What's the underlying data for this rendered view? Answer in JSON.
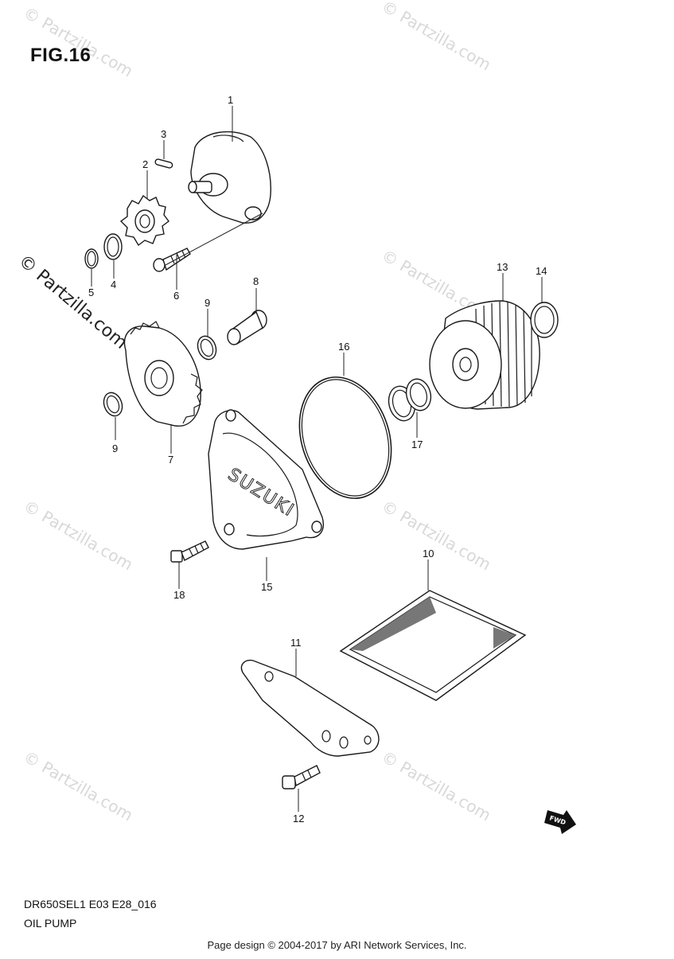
{
  "figure": {
    "title": "FIG.16",
    "model_code": "DR650SEL1 E03 E28_016",
    "part_name": "OIL PUMP",
    "footer": "Page design © 2004-2017 by ARI Network Services, Inc.",
    "direction_badge": "FWD",
    "brand_mark": "SUZUKI"
  },
  "watermark": {
    "text": "© Partzilla.com"
  },
  "callouts": [
    {
      "label": "1"
    },
    {
      "label": "2"
    },
    {
      "label": "3"
    },
    {
      "label": "4"
    },
    {
      "label": "5"
    },
    {
      "label": "6"
    },
    {
      "label": "7"
    },
    {
      "label": "8"
    },
    {
      "label": "9"
    },
    {
      "label": "9"
    },
    {
      "label": "10"
    },
    {
      "label": "11"
    },
    {
      "label": "12"
    },
    {
      "label": "13"
    },
    {
      "label": "14"
    },
    {
      "label": "15"
    },
    {
      "label": "16"
    },
    {
      "label": "17"
    },
    {
      "label": "18"
    }
  ]
}
